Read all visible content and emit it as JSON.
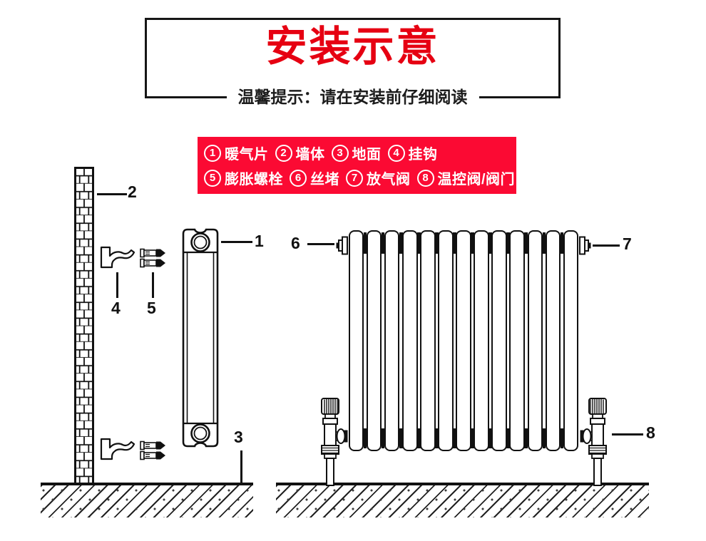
{
  "header": {
    "title": "安装示意",
    "subtitle": "温馨提示：请在安装前仔细阅读"
  },
  "colors": {
    "title_red": "#e60012",
    "legend_bg": "#fb0a33"
  },
  "legend": {
    "rows": [
      [
        {
          "num": "1",
          "label": "暖气片"
        },
        {
          "num": "2",
          "label": "墙体"
        },
        {
          "num": "3",
          "label": "地面"
        },
        {
          "num": "4",
          "label": "挂钩"
        }
      ],
      [
        {
          "num": "5",
          "label": "膨胀螺栓"
        },
        {
          "num": "6",
          "label": "丝堵"
        },
        {
          "num": "7",
          "label": "放气阀"
        },
        {
          "num": "8",
          "label": "温控阀/阀门"
        }
      ]
    ]
  },
  "callouts": {
    "radiator": "1",
    "wall": "2",
    "ground": "3",
    "hook": "4",
    "bolt": "5",
    "plug": "6",
    "air_valve": "7",
    "thermo_valve": "8"
  },
  "diagram": {
    "front_radiator_columns": 13
  }
}
